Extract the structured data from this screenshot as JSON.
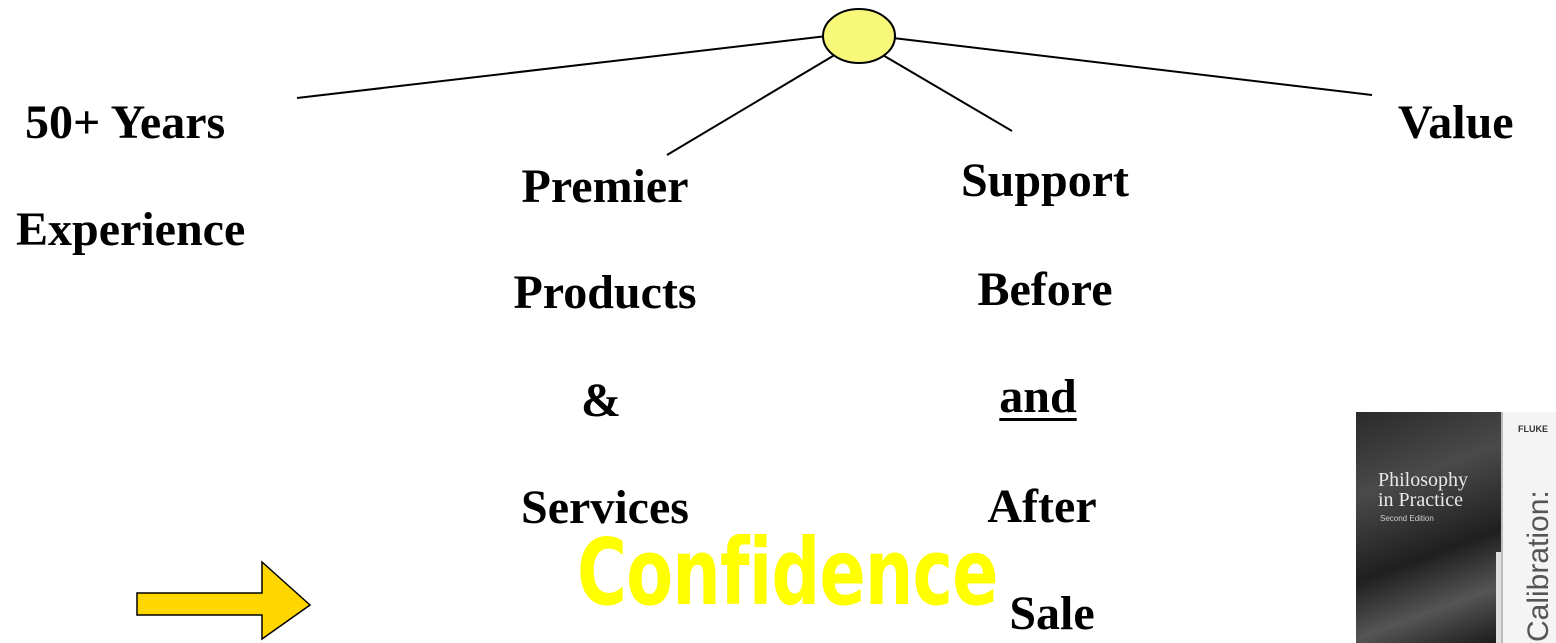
{
  "diagram": {
    "colors": {
      "node_fill": "#f7f77a",
      "arrow_fill": "#ffd600",
      "confidence": "#ffff00",
      "line": "#000000"
    },
    "branches": [
      {
        "id": "experience",
        "lines": [
          "50+ Years",
          "Experience"
        ]
      },
      {
        "id": "products",
        "lines": [
          "Premier",
          "Products",
          "&",
          "Services"
        ]
      },
      {
        "id": "support",
        "lines": [
          "Support",
          "Before",
          "and",
          "After",
          "Sale"
        ]
      },
      {
        "id": "value",
        "lines": [
          "Value"
        ]
      }
    ],
    "result": "Confidence"
  },
  "book": {
    "title_line1": "Philosophy",
    "title_line2": "in Practice",
    "edition": "Second Edition",
    "brand": "FLUKE",
    "spine": "Calibration:"
  }
}
